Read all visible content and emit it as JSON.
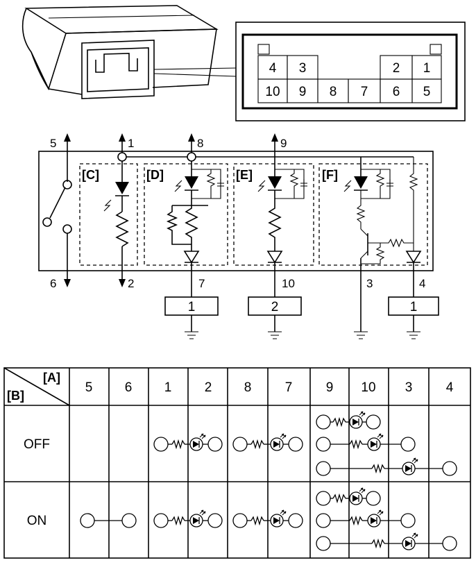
{
  "connector": {
    "pins_top": [
      "4",
      "3",
      "2",
      "1"
    ],
    "pins_bottom": [
      "10",
      "9",
      "8",
      "7",
      "6",
      "5"
    ]
  },
  "circuit": {
    "terminals": {
      "t5": "5",
      "t1": "1",
      "t8": "8",
      "t9": "9",
      "t6": "6",
      "t2": "2",
      "t7": "7",
      "t10": "10",
      "t3": "3",
      "t4": "4"
    },
    "sections": {
      "c": "[C]",
      "d": "[D]",
      "e": "[E]",
      "f": "[F]"
    },
    "loads": {
      "load7": "1",
      "load10": "2",
      "load4": "1"
    }
  },
  "table": {
    "header_a": "[A]",
    "header_b": "[B]",
    "columns": [
      "5",
      "6",
      "1",
      "2",
      "8",
      "7",
      "9",
      "10",
      "3",
      "4"
    ],
    "rows": [
      {
        "label": "OFF"
      },
      {
        "label": "ON"
      }
    ]
  }
}
